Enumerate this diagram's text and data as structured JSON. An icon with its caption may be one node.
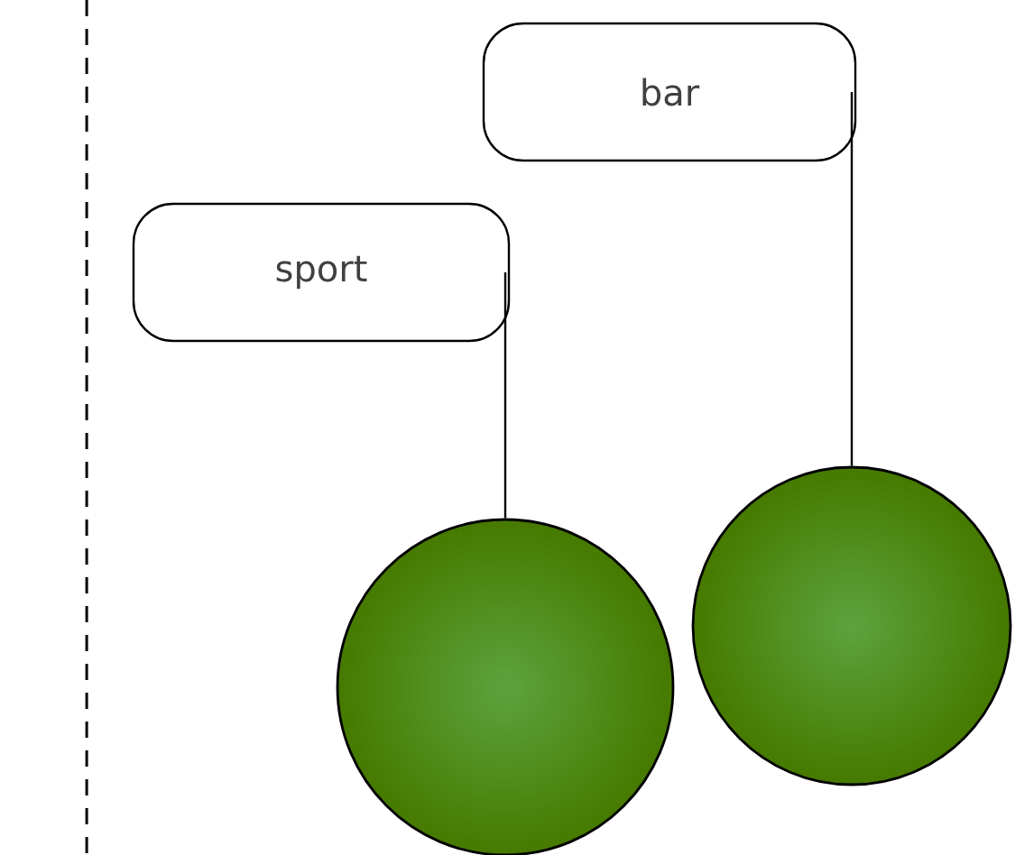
{
  "diagram": {
    "nodes": [
      {
        "text": [
          "sport"
        ]
      },
      {
        "text": [
          "bar"
        ]
      },
      {
        "text": [],
        "shape": "circle"
      },
      {
        "text": [],
        "shape": "circle"
      }
    ],
    "edges": [
      {
        "from": 0,
        "to": 2,
        "arrow": "none"
      },
      {
        "from": 1,
        "to": 3,
        "arrow": "none"
      }
    ]
  }
}
